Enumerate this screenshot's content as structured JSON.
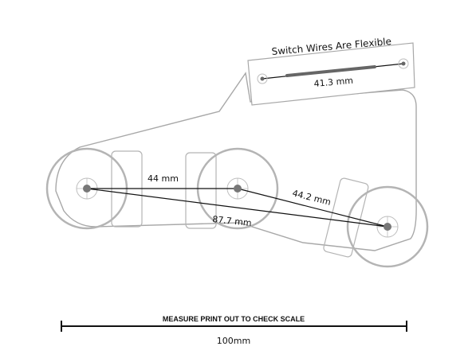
{
  "labels": {
    "switch_note": "Switch Wires Are Flexible",
    "switch_length": "41.3 mm",
    "dist_a": "44 mm",
    "dist_b": "44.2 mm",
    "dist_c": "87.7 mm",
    "scale_caption": "MEASURE PRINT OUT TO CHECK SCALE",
    "scale_length": "100mm"
  },
  "colors": {
    "outline": "#a8a8a8",
    "wheel": "#b4b4b4",
    "line": "#111111",
    "hub": "#777777",
    "switch_bar": "#666666"
  }
}
